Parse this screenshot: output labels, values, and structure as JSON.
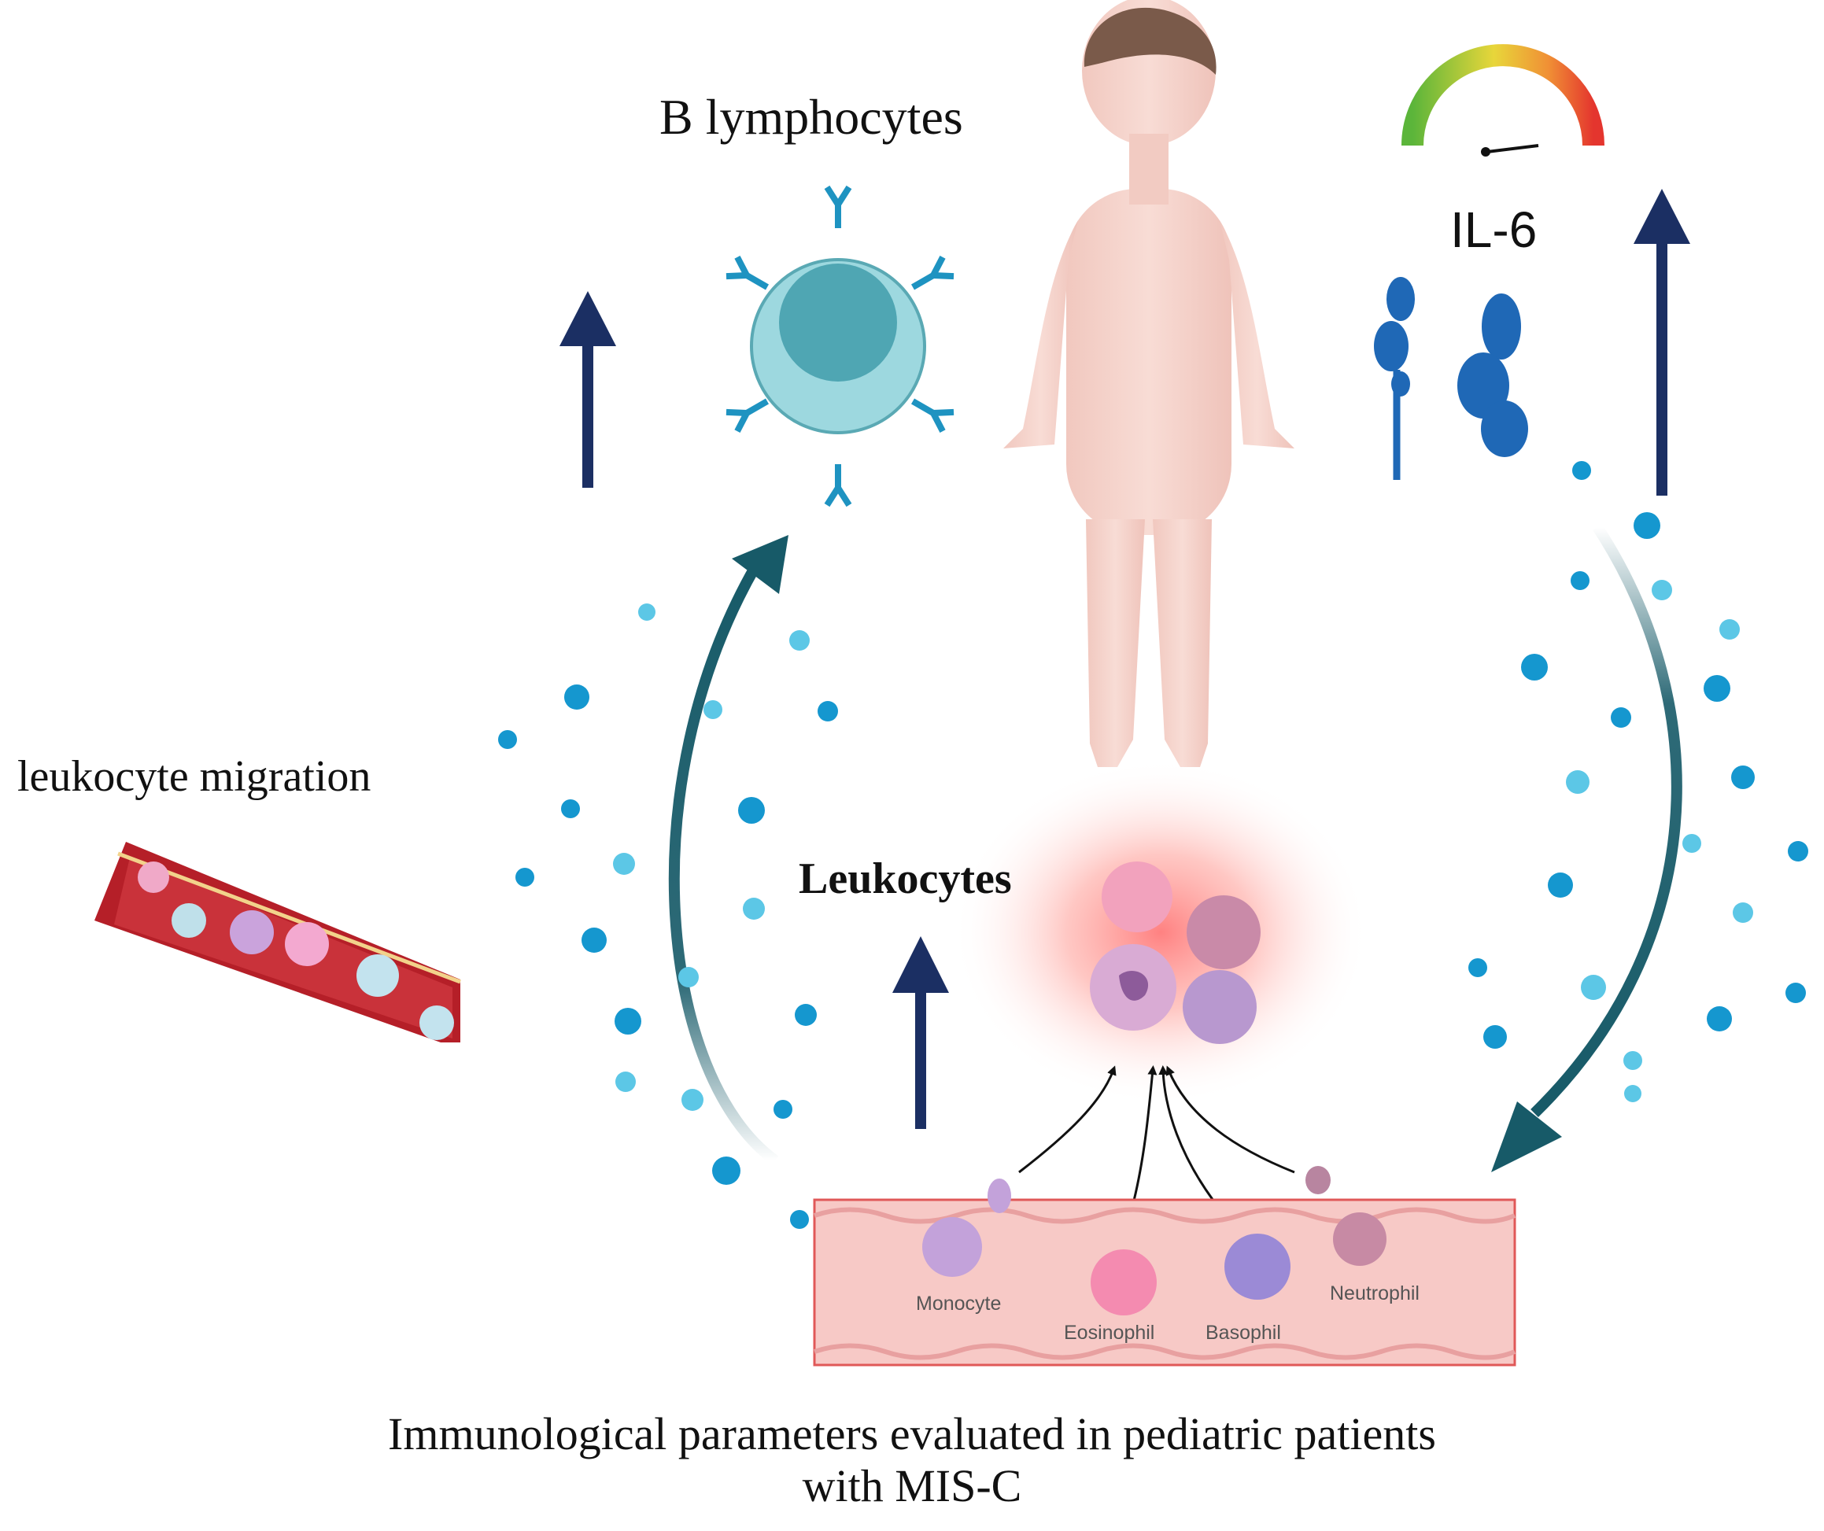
{
  "labels": {
    "b_lymphocytes": "B lymphocytes",
    "il6": "IL-6",
    "leukocyte_migration": "leukocyte migration",
    "leukocytes": "Leukocytes"
  },
  "cells": {
    "monocyte": "Monocyte",
    "eosinophil": "Eosinophil",
    "basophil": "Basophil",
    "neutrophil": "Neutrophil"
  },
  "caption": {
    "line1": "Immunological parameters evaluated in pediatric patients",
    "line2": "with MIS-C"
  },
  "colors": {
    "arrow_navy": "#1b2f63",
    "cycle_arrow": "#175a68",
    "dot_dark": "#1597cf",
    "dot_light": "#5cc7e6",
    "vessel": "#f7c9c6",
    "il6": "#1f68b6",
    "antibody": "#1e93c1",
    "b_cell": "#9dd8df"
  },
  "icons": [
    "b-lymphocyte-icon",
    "child-icon",
    "gauge-icon",
    "il6-receptor-icon",
    "blood-vessel-icon",
    "leukocyte-cluster-icon"
  ]
}
